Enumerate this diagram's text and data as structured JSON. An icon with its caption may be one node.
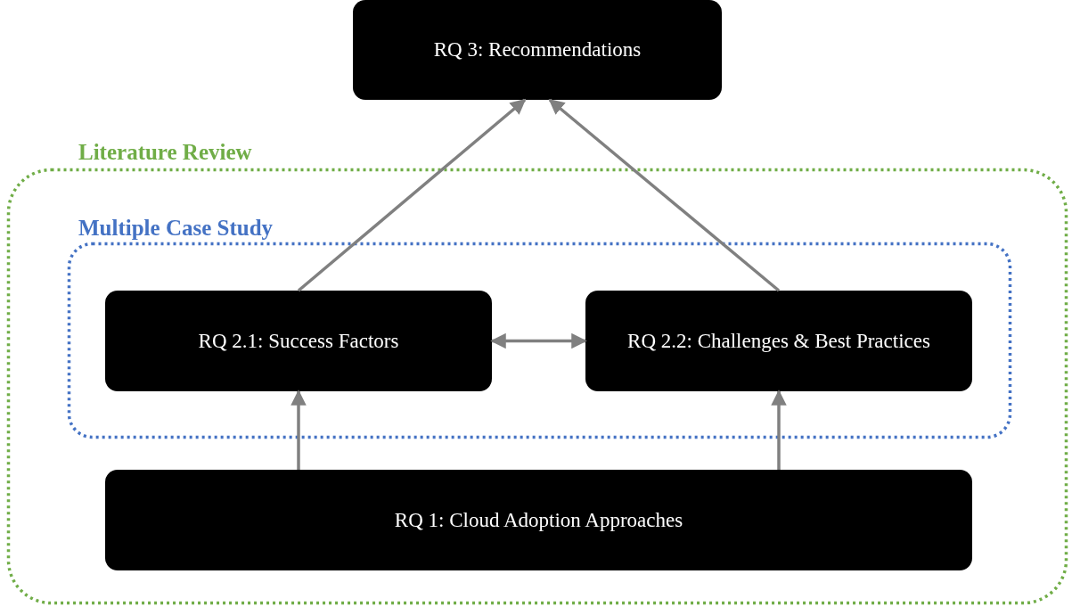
{
  "diagram": {
    "nodes": [
      {
        "text": [
          "RQ 3: Recommendations"
        ]
      },
      {
        "text": [
          "Literature Review"
        ]
      },
      {
        "text": [
          "Multiple Case Study"
        ],
        "in": 1
      },
      {
        "text": [
          "RQ 2.1: Success Factors"
        ],
        "in": 2
      },
      {
        "text": [
          "RQ 2.2: Challenges & Best Practices"
        ],
        "in": 2
      },
      {
        "text": [
          "RQ 1: Cloud Adoption Approaches"
        ],
        "in": 1
      }
    ],
    "edges": [
      {
        "from": 3,
        "to": 0,
        "arrow": "to"
      },
      {
        "from": 4,
        "to": 0,
        "arrow": "to"
      },
      {
        "from": 3,
        "to": 4,
        "arrow": "both"
      },
      {
        "from": 5,
        "to": 3,
        "arrow": "to"
      },
      {
        "from": 5,
        "to": 4,
        "arrow": "to"
      }
    ]
  }
}
